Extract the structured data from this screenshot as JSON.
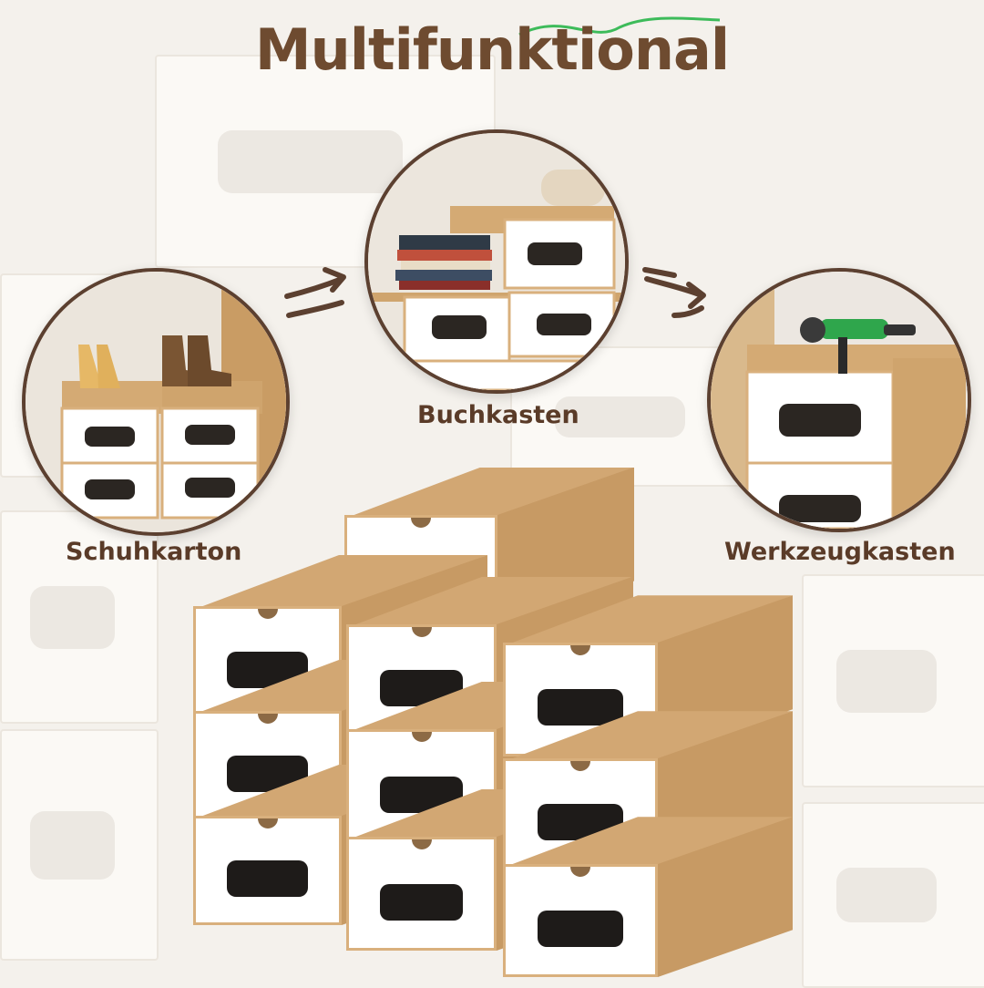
{
  "title": "Multifunktional",
  "labels": {
    "shoe": "Schuhkarton",
    "book": "Buchkasten",
    "tool": "Werkzeugkasten"
  },
  "colors": {
    "title": "#6e4b30",
    "accent": "#3dbb5a",
    "cardboard": "#d2a773",
    "front": "#ffffff",
    "label": "#5a3b28"
  },
  "icons": {
    "left-arrow": "swap-arrows-icon",
    "right-arrow": "swap-arrows-icon"
  }
}
